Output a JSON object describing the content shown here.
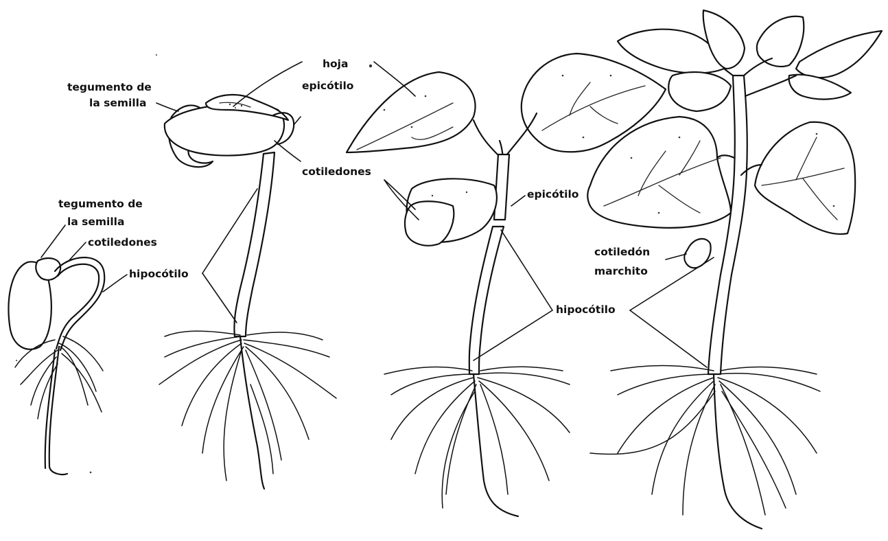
{
  "labels": {
    "hoja": "hoja",
    "tegumento_2_line1": "tegumento de",
    "tegumento_2_line2": "la semilla",
    "epicotilo_2": "epicótilo",
    "cotiledones_2": "cotiledones",
    "tegumento_1_line1": "tegumento de",
    "tegumento_1_line2": "la semilla",
    "cotiledones_1": "cotiledones",
    "hipocotilo_1": "hipocótilo",
    "epicotilo_3": "epicótilo",
    "cotiledon_marchito_line1": "cotiledón",
    "cotiledon_marchito_line2": "marchito",
    "hipocotilo_34": "hipocótilo"
  }
}
